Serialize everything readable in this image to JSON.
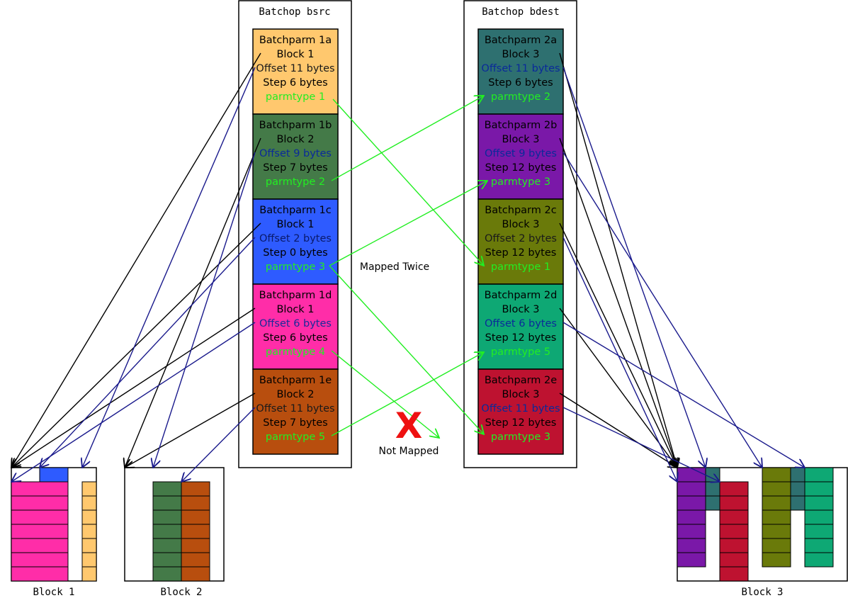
{
  "columns": {
    "bsrc": {
      "title": "Batchop bsrc",
      "parms": [
        {
          "name": "Batchparm 1a",
          "block": "Block 1",
          "offset": "Offset 11 bytes",
          "step": "Step 6 bytes",
          "parmtype": "parmtype 1",
          "fill": "#FFC86E",
          "offset_color": "#1a1a1a"
        },
        {
          "name": "Batchparm 1b",
          "block": "Block 2",
          "offset": "Offset 9 bytes",
          "step": "Step 7 bytes",
          "parmtype": "parmtype 2",
          "fill": "#447A48",
          "offset_color": "#0a2a9a"
        },
        {
          "name": "Batchparm 1c",
          "block": "Block 1",
          "offset": "Offset 2 bytes",
          "step": "Step 0 bytes",
          "parmtype": "parmtype 3",
          "fill": "#2E5BFF",
          "offset_color": "#0a1a6a"
        },
        {
          "name": "Batchparm 1d",
          "block": "Block 1",
          "offset": "Offset 6 bytes",
          "step": "Step 6 bytes",
          "parmtype": "parmtype 4",
          "fill": "#FF2DA8",
          "offset_color": "#1a2a9a"
        },
        {
          "name": "Batchparm 1e",
          "block": "Block 2",
          "offset": "Offset 11 bytes",
          "step": "Step 7 bytes",
          "parmtype": "parmtype 5",
          "fill": "#B84E0E",
          "offset_color": "#1a1a1a"
        }
      ]
    },
    "bdest": {
      "title": "Batchop bdest",
      "parms": [
        {
          "name": "Batchparm 2a",
          "block": "Block 3",
          "offset": "Offset 11 bytes",
          "step": "Step 6 bytes",
          "parmtype": "parmtype 2",
          "fill": "#2E7070",
          "offset_color": "#0a2a9a"
        },
        {
          "name": "Batchparm 2b",
          "block": "Block 3",
          "offset": "Offset 9 bytes",
          "step": "Step 12 bytes",
          "parmtype": "parmtype 3",
          "fill": "#7A18A8",
          "offset_color": "#0a2a9a"
        },
        {
          "name": "Batchparm 2c",
          "block": "Block 3",
          "offset": "Offset 2 bytes",
          "step": "Step 12 bytes",
          "parmtype": "parmtype 1",
          "fill": "#6A7A0A",
          "offset_color": "#1a1a1a"
        },
        {
          "name": "Batchparm 2d",
          "block": "Block 3",
          "offset": "Offset 6 bytes",
          "step": "Step 12 bytes",
          "parmtype": "parmtype 5",
          "fill": "#0EA874",
          "offset_color": "#0a2a9a"
        },
        {
          "name": "Batchparm 2e",
          "block": "Block 3",
          "offset": "Offset 11 bytes",
          "step": "Step 12 bytes",
          "parmtype": "parmtype 3",
          "fill": "#BE1230",
          "offset_color": "#0a2a9a"
        }
      ]
    }
  },
  "annotations": {
    "mapped_twice": "Mapped Twice",
    "not_mapped": "Not Mapped",
    "not_mapped_mark": "X"
  },
  "blocks": {
    "block1": "Block 1",
    "block2": "Block 2",
    "block3": "Block 3"
  },
  "colors": {
    "pointer": "#000000",
    "offset_arrow": "#1a1a8c",
    "parmtype_link": "#22ee22",
    "parmtype_text": "#22ee22",
    "x_mark": "#ee1111"
  }
}
